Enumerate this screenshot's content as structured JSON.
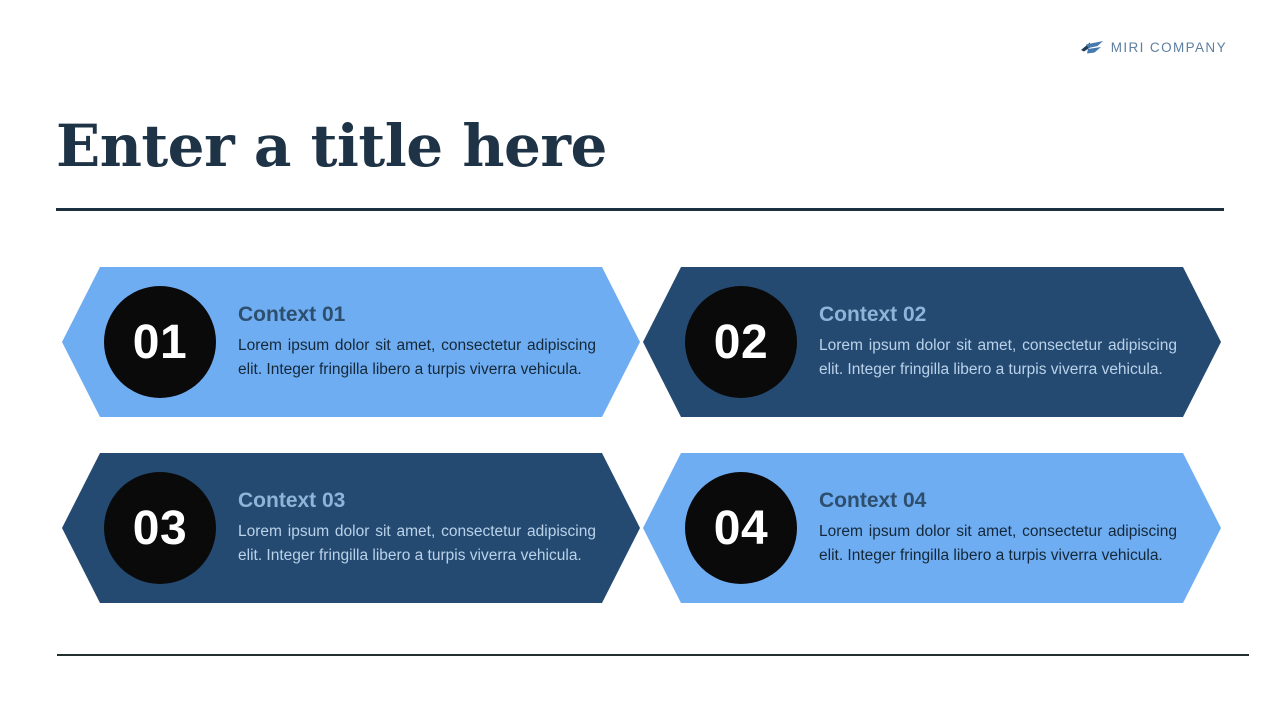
{
  "brand": {
    "name": "MIRI COMPANY"
  },
  "title": {
    "text": "Enter a title here"
  },
  "cards": [
    {
      "number": "01",
      "heading": "Context 01",
      "body": "Lorem ipsum dolor sit amet, consectetur adipiscing elit. Integer fringilla libero a turpis viverra vehicula.",
      "variant": "light"
    },
    {
      "number": "02",
      "heading": "Context 02",
      "body": "Lorem ipsum dolor sit amet, consectetur adipiscing elit. Integer fringilla libero a turpis viverra vehicula.",
      "variant": "dark"
    },
    {
      "number": "03",
      "heading": "Context 03",
      "body": "Lorem ipsum dolor sit amet, consectetur adipiscing elit. Integer fringilla libero a turpis viverra vehicula.",
      "variant": "dark"
    },
    {
      "number": "04",
      "heading": "Context 04",
      "body": "Lorem ipsum dolor sit amet, consectetur adipiscing elit. Integer fringilla libero a turpis viverra vehicula.",
      "variant": "light"
    }
  ],
  "colors": {
    "card_light": "#6fadf3",
    "card_dark": "#254a72",
    "number_circle": "#0a0a0a",
    "number_text": "#ffffff",
    "title_text": "#1e3346",
    "heading_on_light": "#2d4f6d",
    "body_on_light": "#142837",
    "heading_on_dark": "#8fb4d8",
    "body_on_dark": "#b9d2e9",
    "logo_text": "#5e7fa0",
    "logo_mark_dark": "#1e3a57",
    "logo_mark_blue": "#4679ad",
    "title_rule": "#1d3040",
    "bottom_rule": "#232f2e"
  }
}
